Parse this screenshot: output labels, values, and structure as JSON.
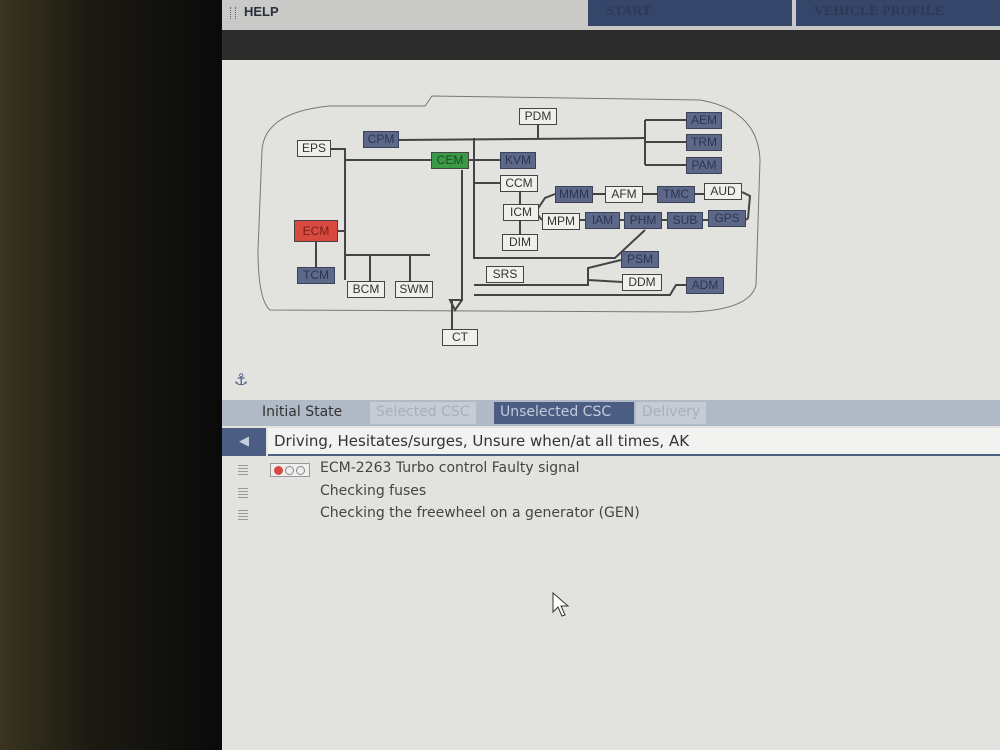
{
  "topbar": {
    "help": "HELP",
    "tabs": [
      "START",
      "VEHICLE PROFILE"
    ]
  },
  "diagram": {
    "modules": [
      {
        "id": "EPS",
        "state": "normal"
      },
      {
        "id": "CPM",
        "state": "inactive"
      },
      {
        "id": "CEM",
        "state": "ok"
      },
      {
        "id": "KVM",
        "state": "inactive"
      },
      {
        "id": "PDM",
        "state": "normal"
      },
      {
        "id": "AEM",
        "state": "inactive"
      },
      {
        "id": "TRM",
        "state": "inactive"
      },
      {
        "id": "PAM",
        "state": "inactive"
      },
      {
        "id": "CCM",
        "state": "normal"
      },
      {
        "id": "MMM",
        "state": "inactive"
      },
      {
        "id": "AFM",
        "state": "normal"
      },
      {
        "id": "TMC",
        "state": "inactive"
      },
      {
        "id": "AUD",
        "state": "normal"
      },
      {
        "id": "ICM",
        "state": "normal"
      },
      {
        "id": "MPM",
        "state": "normal"
      },
      {
        "id": "IAM",
        "state": "inactive"
      },
      {
        "id": "PHM",
        "state": "inactive"
      },
      {
        "id": "SUB",
        "state": "inactive"
      },
      {
        "id": "GPS",
        "state": "inactive"
      },
      {
        "id": "DIM",
        "state": "normal"
      },
      {
        "id": "ECM",
        "state": "fault"
      },
      {
        "id": "TCM",
        "state": "inactive"
      },
      {
        "id": "BCM",
        "state": "normal"
      },
      {
        "id": "SWM",
        "state": "normal"
      },
      {
        "id": "SRS",
        "state": "normal"
      },
      {
        "id": "PSM",
        "state": "inactive"
      },
      {
        "id": "DDM",
        "state": "normal"
      },
      {
        "id": "ADM",
        "state": "inactive"
      },
      {
        "id": "CT",
        "state": "normal"
      }
    ]
  },
  "tabs": [
    {
      "label": "Initial State"
    },
    {
      "label": "Selected CSC"
    },
    {
      "label": "Unselected CSC",
      "active": true
    },
    {
      "label": "Delivery"
    }
  ],
  "criteria": "Driving, Hesitates/surges, Unsure when/at all times, AK",
  "results": [
    {
      "text": "ECM-2263 Turbo control Faulty signal",
      "severity": "high"
    },
    {
      "text": "Checking fuses"
    },
    {
      "text": "Checking the freewheel on a generator (GEN)"
    }
  ],
  "colors": {
    "fault": "#d84a40",
    "ok": "#3a9a48",
    "inactive": "#5d6888",
    "accent": "#4b5d82"
  }
}
